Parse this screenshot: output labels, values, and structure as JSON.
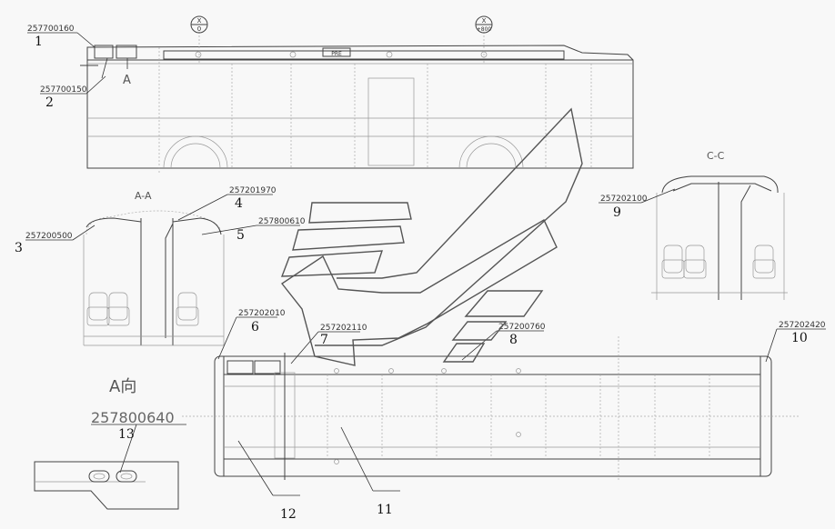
{
  "parts": [
    {
      "no": "1",
      "code": "257700160"
    },
    {
      "no": "2",
      "code": "257700150"
    },
    {
      "no": "3",
      "code": "257200500"
    },
    {
      "no": "4",
      "code": "257201970"
    },
    {
      "no": "5",
      "code": "257800610"
    },
    {
      "no": "6",
      "code": "257202010"
    },
    {
      "no": "7",
      "code": "257202110"
    },
    {
      "no": "8",
      "code": "257200760"
    },
    {
      "no": "9",
      "code": "257202100"
    },
    {
      "no": "10",
      "code": "257202420"
    },
    {
      "no": "11",
      "code": ""
    },
    {
      "no": "12",
      "code": ""
    },
    {
      "no": "13",
      "code": "257800640"
    }
  ],
  "views": {
    "aa": "A-A",
    "cc": "C-C",
    "a_ref": "A",
    "a_direction": "A向"
  },
  "section_marks": {
    "first": {
      "top": "X",
      "bottom": "0"
    },
    "second": {
      "top": "X",
      "bottom": "+800"
    }
  },
  "plate": {
    "text": "PRE"
  },
  "colors": {
    "line": "#444444",
    "watermark": "#555555"
  }
}
